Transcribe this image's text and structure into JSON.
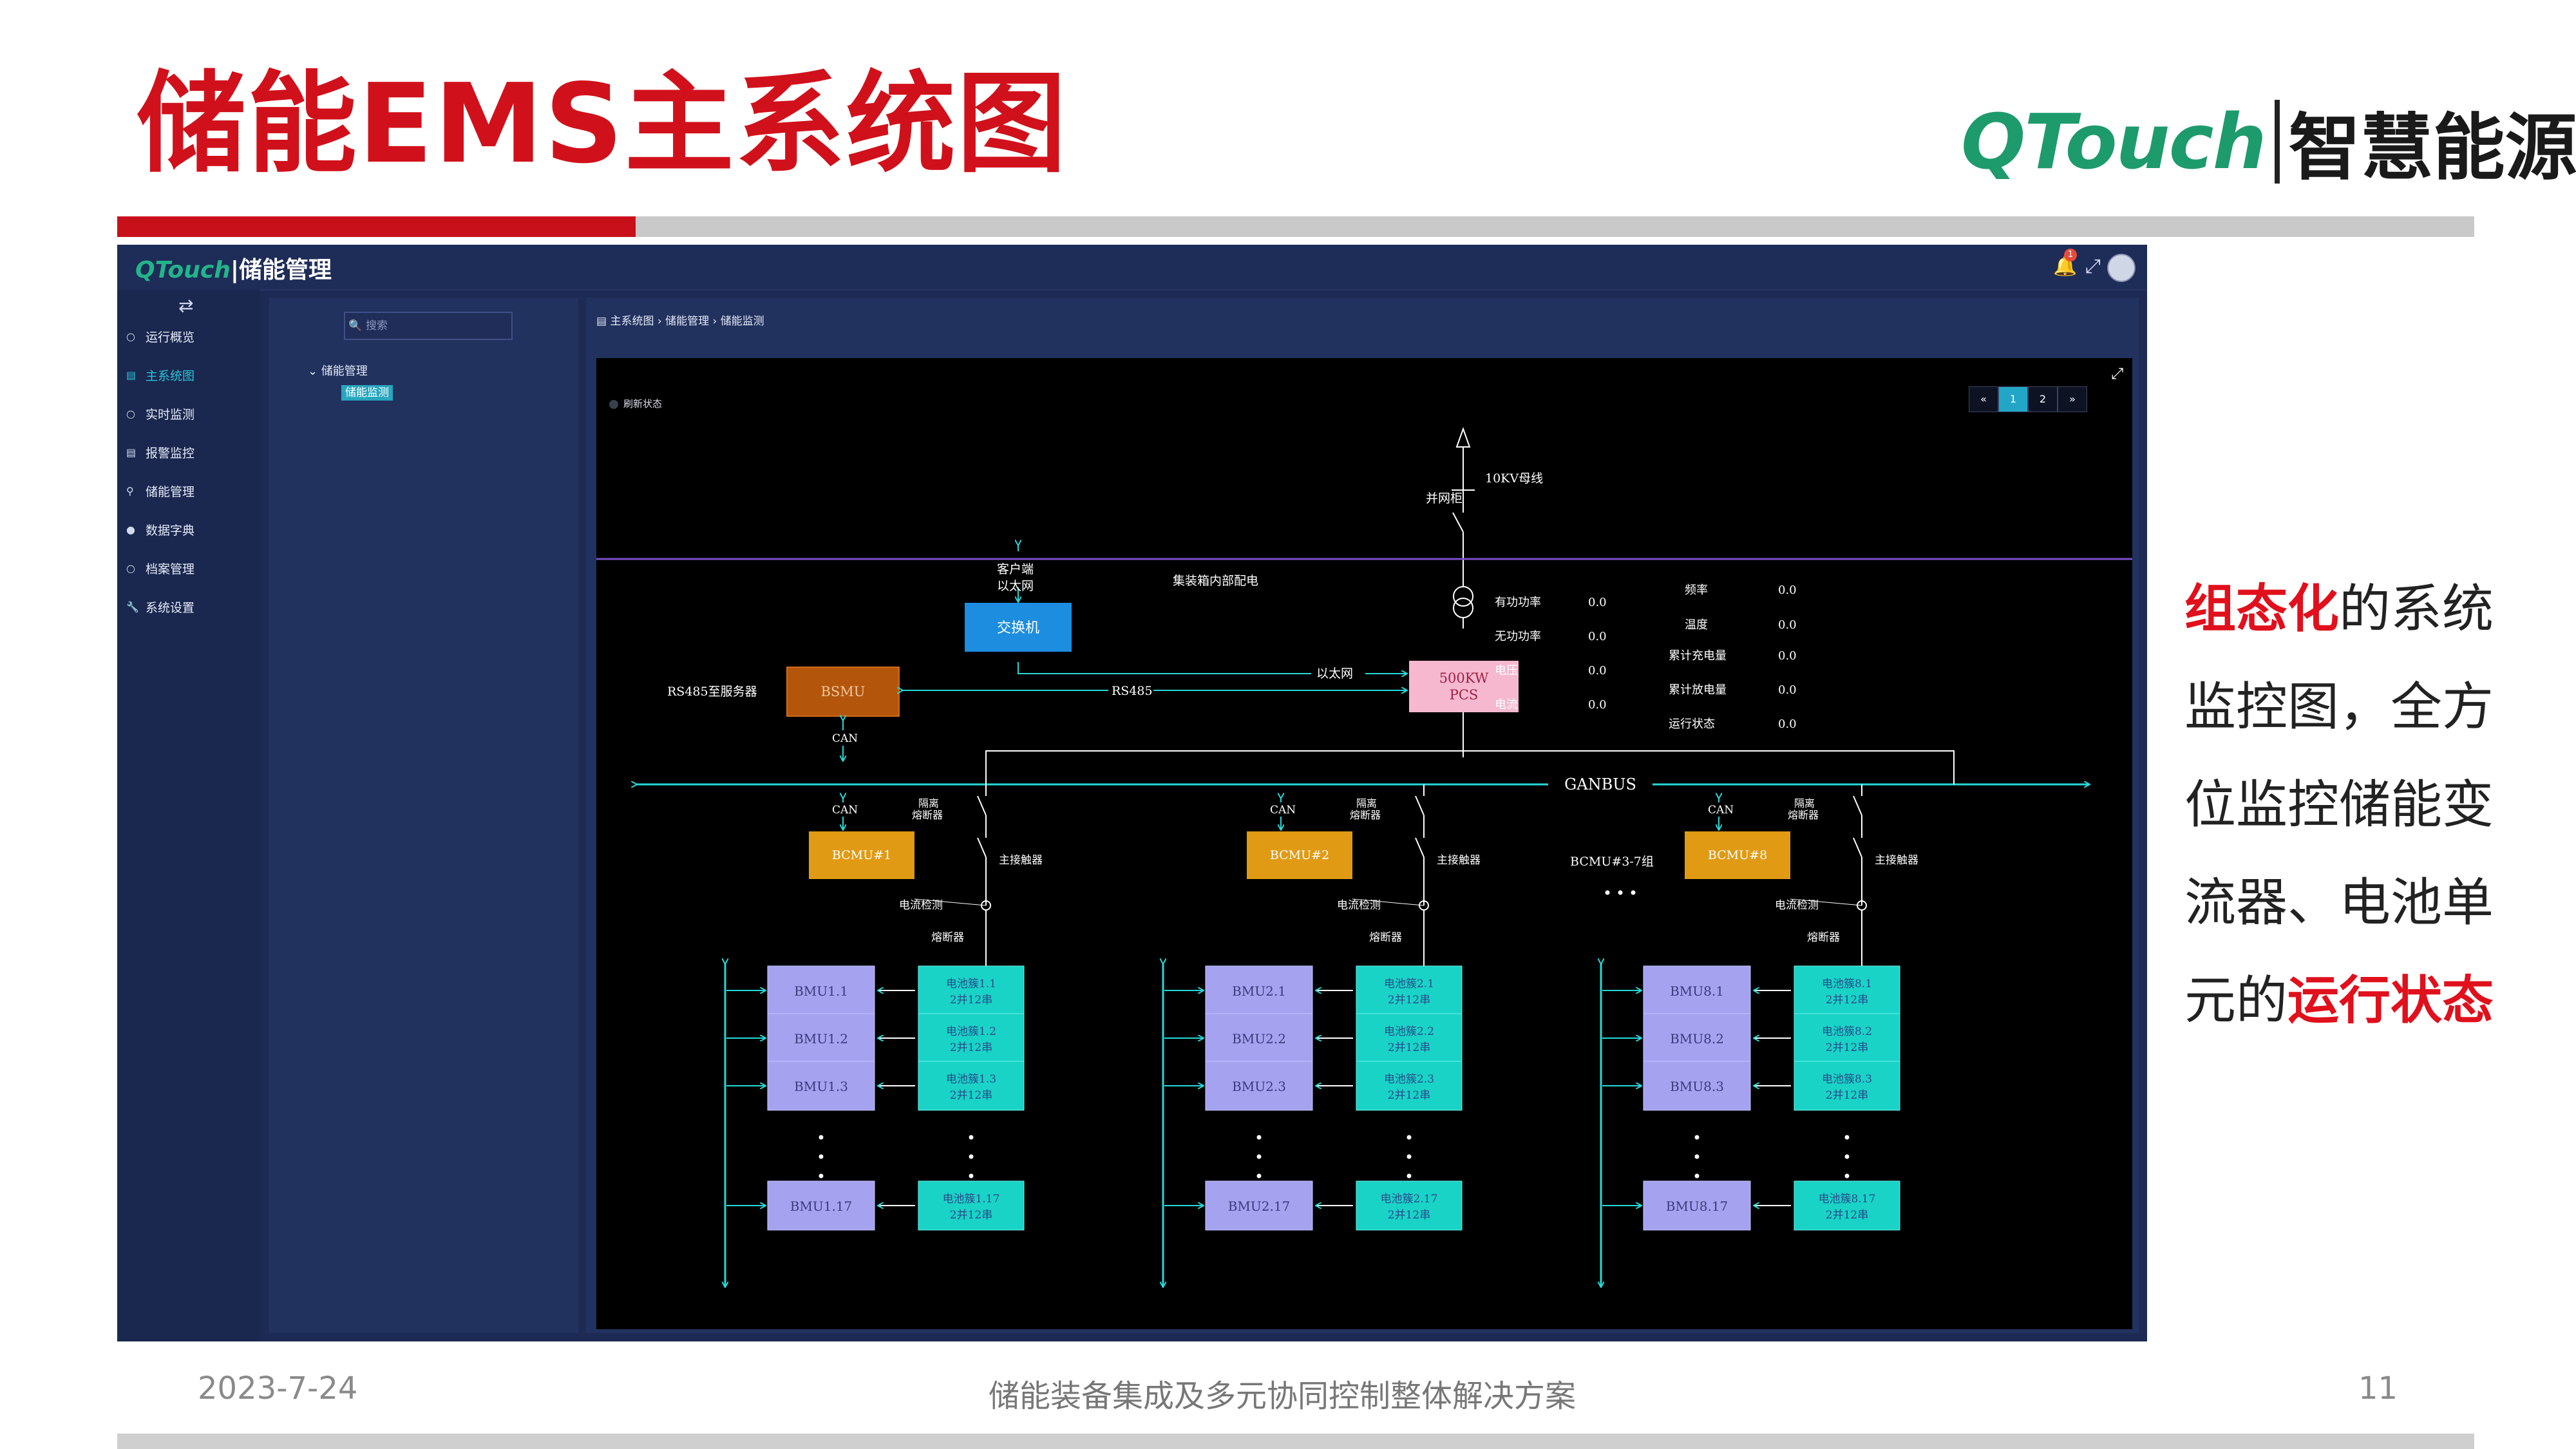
{
  "slide": {
    "title": "储能EMS主系统图",
    "logo_brand": "QTouch",
    "logo_cn": "智慧能源",
    "footer_date": "2023-7-24",
    "footer_center": "储能装备集成及多元协同控制整体解决方案",
    "footer_page": "11",
    "desc_red1": "组态化",
    "desc_mid": "的系统监控图，全方位监控储能变流器、电池单元的",
    "desc_red2": "运行状态",
    "colors": {
      "title_red": "#d0111b",
      "brand_green": "#1d9b6c",
      "app_navy": "#1c2a54",
      "accent_cyan": "#29c4d8"
    }
  },
  "app": {
    "logo_brand": "QTouch",
    "logo_cn": "储能管理",
    "notification_count": "1",
    "sidebar_toggle_icon": "swap-icon",
    "nav": [
      {
        "label": "运行概览",
        "icon": "circle-icon"
      },
      {
        "label": "主系统图",
        "icon": "image-icon",
        "active": true
      },
      {
        "label": "实时监测",
        "icon": "circle-icon"
      },
      {
        "label": "报警监控",
        "icon": "list-icon"
      },
      {
        "label": "储能管理",
        "icon": "pin-icon"
      },
      {
        "label": "数据字典",
        "icon": "dot-icon"
      },
      {
        "label": "档案管理",
        "icon": "circle-icon"
      },
      {
        "label": "系统设置",
        "icon": "wrench-icon"
      }
    ],
    "tree": {
      "search_placeholder": "搜索",
      "root": "储能管理",
      "leaf": "储能监测"
    },
    "breadcrumb": [
      "主系统图",
      "储能管理",
      "储能监测"
    ],
    "refresh_label": "刷新状态",
    "pager": [
      "«",
      "1",
      "2",
      "»"
    ]
  },
  "diagram": {
    "bus_10kv": "10KV母线",
    "grid_cabinet": "并网柜",
    "internal_dist": "集装箱内部配电",
    "client_eth": [
      "客户端",
      "以太网"
    ],
    "switch": "交换机",
    "bsmu": "BSMU",
    "rs485_server": "RS485至服务器",
    "ethernet": "以太网",
    "rs485": "RS485",
    "can": "CAN",
    "pcs": [
      "500KW",
      "PCS"
    ],
    "ganbus": "GANBUS",
    "metrics_left": [
      {
        "label": "有功功率",
        "value": "0.0"
      },
      {
        "label": "无功功率",
        "value": "0.0"
      },
      {
        "label": "电压",
        "value": "0.0"
      },
      {
        "label": "电流",
        "value": "0.0"
      }
    ],
    "metrics_right": [
      {
        "label": "频率",
        "value": "0.0"
      },
      {
        "label": "温度",
        "value": "0.0"
      },
      {
        "label": "累计充电量",
        "value": "0.0"
      },
      {
        "label": "累计放电量",
        "value": "0.0"
      },
      {
        "label": "运行状态",
        "value": "0.0"
      }
    ],
    "isolation_fuse": [
      "隔离",
      "熔断器"
    ],
    "main_contactor": "主接触器",
    "current_detect": "电流检测",
    "fuse": "熔断器",
    "middle_groups": "BCMU#3-7组",
    "groups": [
      {
        "bcmu": "BCMU#1",
        "bmu": [
          "BMU1.1",
          "BMU1.2",
          "BMU1.3",
          "BMU1.17"
        ],
        "cells": [
          "电池簇1.1",
          "电池簇1.2",
          "电池簇1.3",
          "电池簇1.17"
        ]
      },
      {
        "bcmu": "BCMU#2",
        "bmu": [
          "BMU2.1",
          "BMU2.2",
          "BMU2.3",
          "BMU2.17"
        ],
        "cells": [
          "电池簇2.1",
          "电池簇2.2",
          "电池簇2.3",
          "电池簇2.17"
        ]
      },
      {
        "bcmu": "BCMU#8",
        "bmu": [
          "BMU8.1",
          "BMU8.2",
          "BMU8.3",
          "BMU8.17"
        ],
        "cells": [
          "电池簇8.1",
          "电池簇8.2",
          "电池簇8.3",
          "电池簇8.17"
        ]
      }
    ],
    "cell_sub": "2并12串"
  }
}
